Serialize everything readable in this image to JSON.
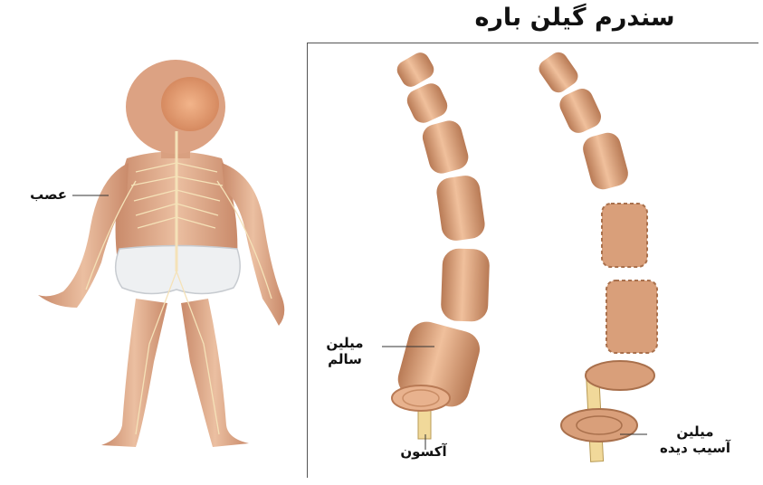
{
  "title": "سندرم گیلن باره",
  "labels": {
    "nerve": "عصب",
    "healthy_myelin_line1": "میلین",
    "healthy_myelin_line2": "سالم",
    "axon": "آکسون",
    "damaged_myelin_line1": "میلین",
    "damaged_myelin_line2": "آسیب دیده"
  },
  "colors": {
    "skin": "#e3b08f",
    "myelin": "#dca07a",
    "myelin_dark": "#b87a55",
    "axon": "#f1d99a",
    "nerve_lines": "#f5e2b8"
  }
}
